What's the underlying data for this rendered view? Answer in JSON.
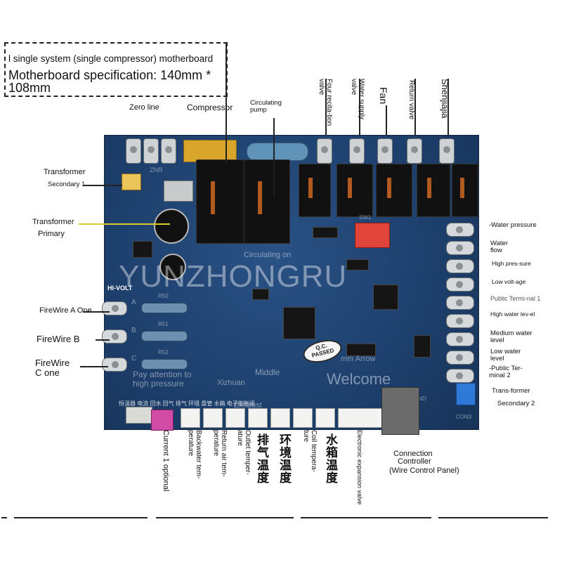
{
  "header": {
    "line1": "l single system (single compressor) motherboard",
    "line2": "Motherboard specification: 140mm * 108mm"
  },
  "labels_top": {
    "zero_line": "Zero line",
    "compressor": "Compressor",
    "circulating_pump": "Circulating pump",
    "four_way_valve": "Four recita-tion valve",
    "water_supply_valve": "Water supply valve",
    "fan": "Fan",
    "return_valve": "Return valve",
    "shenjiajia": "Shenjiajia"
  },
  "labels_left": {
    "transformer_secondary_a": "Transformer",
    "transformer_secondary_b": "Secondary 1",
    "transformer_primary_a": "Transformer",
    "transformer_primary_b": "Primary",
    "firewire_a": "FireWire A One",
    "firewire_b": "FireWire B",
    "firewire_c_a": "FireWire",
    "firewire_c_b": "C one"
  },
  "labels_right": {
    "water_pressure": "-Water pressure",
    "water_flow": "Water flow",
    "high_pressure": "High pres-sure",
    "low_voltage": "Low volt-age",
    "public_terminal_1": "Public Termi-nal 1",
    "high_water_level": "High water lev-el",
    "medium_water_level": "Medium water level",
    "low_water_level": "Low water level",
    "public_terminal_2": "-Public Ter-minal 2",
    "transformer_secondary_2_a": "Trans-former",
    "transformer_secondary_2_b": "Secondary 2"
  },
  "labels_bottom": {
    "current_optional": "Current 1 optional",
    "backwater_temperature": "Backwater tem-perature",
    "return_air_temperature": "Return air tem-perature",
    "outlet_temperature": "Outlet temper-ature",
    "exhaust_cn": "排气温度",
    "environment_cn": "环境温度",
    "coil_temperature": "Coil tempera-ture",
    "water_tank_cn": "水箱温度",
    "electronic_expansion_valve": "Electronic expansion valve",
    "connection_controller_a": "Connection",
    "connection_controller_b": "Controller",
    "connection_controller_c": "(Wire Control Panel)"
  },
  "board_overlay": {
    "watermark": "YUNZHONGRU",
    "hi_volt": "HI-VOLT",
    "pay_attention": "Pay attention to high pressure",
    "circulating_on": "Circulating on",
    "mm_arrow": "mm Arrow",
    "welcome": "Welcome",
    "middle": "Middle",
    "xizhuan": "Xizhuan",
    "exhaust": "Exhaust",
    "qc_passed_a": "Q.C.",
    "qc_passed_b": "PASSED",
    "sw1": "SW1",
    "con3": "CON3",
    "znr": "ZNR",
    "r50": "R50",
    "r51": "R51",
    "r52": "R52",
    "a": "A",
    "b": "B",
    "c": "C",
    "gnd": "GND",
    "bottom_strip": "恒温器  电流  回水  回气  排气  环境  盘管  水箱  电子膨胀阀"
  },
  "colors": {
    "board": "#1d3f6c",
    "dip_switch": "#e0443a",
    "pink_connector": "#d24ca6",
    "blue_connector": "#2f7ad8",
    "transformer_primary_line": "#d8cc2a"
  }
}
